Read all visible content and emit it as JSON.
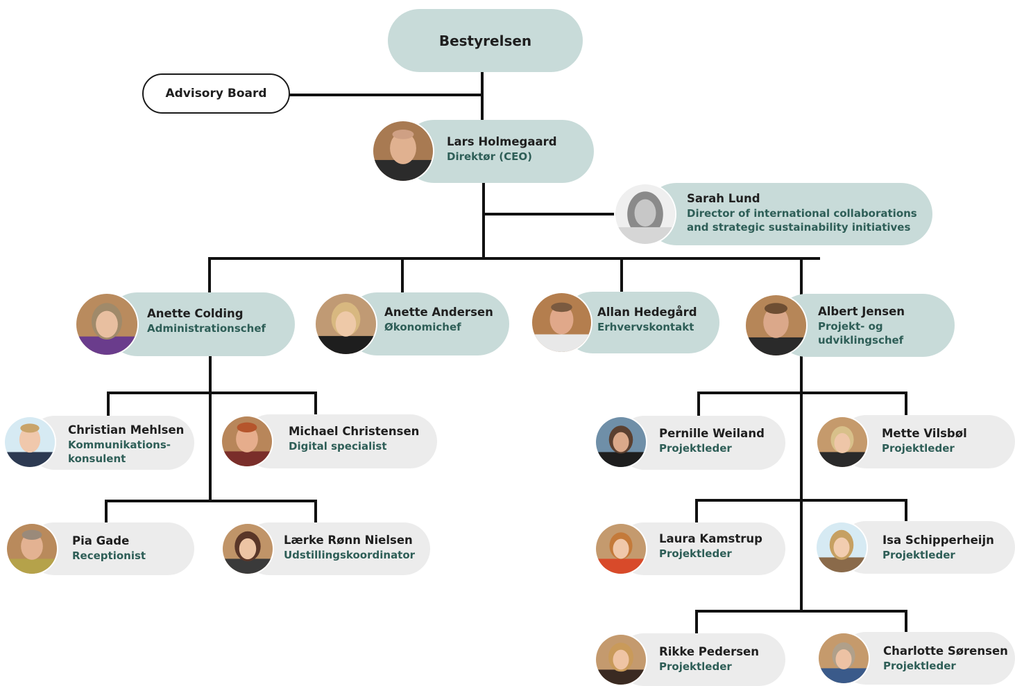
{
  "board": {
    "label": "Bestyrelsen"
  },
  "advisory": {
    "label": "Advisory Board"
  },
  "colors": {
    "mint": "#c8dbd9",
    "grey": "#ececec",
    "role_text": "#2e5e57",
    "line": "#111111"
  },
  "people": {
    "ceo": {
      "name": "Lars Holmegaard",
      "role": "Direktør (CEO)"
    },
    "sarah": {
      "name": "Sarah Lund",
      "role": "Director of international collaborations\nand strategic sustainability initiatives"
    },
    "colding": {
      "name": "Anette Colding",
      "role": "Administrationschef"
    },
    "andersen": {
      "name": "Anette Andersen",
      "role": "Økonomichef"
    },
    "allan": {
      "name": "Allan Hedegård",
      "role": "Erhvervskontakt"
    },
    "albert": {
      "name": "Albert Jensen",
      "role": "Projekt- og\nudviklingschef"
    },
    "christian": {
      "name": "Christian Mehlsen",
      "role": "Kommunikations-\nkonsulent"
    },
    "michael": {
      "name": "Michael Christensen",
      "role": "Digital specialist"
    },
    "pia": {
      "name": "Pia Gade",
      "role": "Receptionist"
    },
    "laerke": {
      "name": "Lærke Rønn Nielsen",
      "role": "Udstillingskoordinator"
    },
    "pernille": {
      "name": "Pernille Weiland",
      "role": "Projektleder"
    },
    "mette": {
      "name": "Mette Vilsbøl",
      "role": "Projektleder"
    },
    "laura": {
      "name": "Laura Kamstrup",
      "role": "Projektleder"
    },
    "isa": {
      "name": "Isa Schipperheijn",
      "role": "Projektleder"
    },
    "rikke": {
      "name": "Rikke Pedersen",
      "role": "Projektleder"
    },
    "charlotte": {
      "name": "Charlotte Sørensen",
      "role": "Projektleder"
    }
  }
}
